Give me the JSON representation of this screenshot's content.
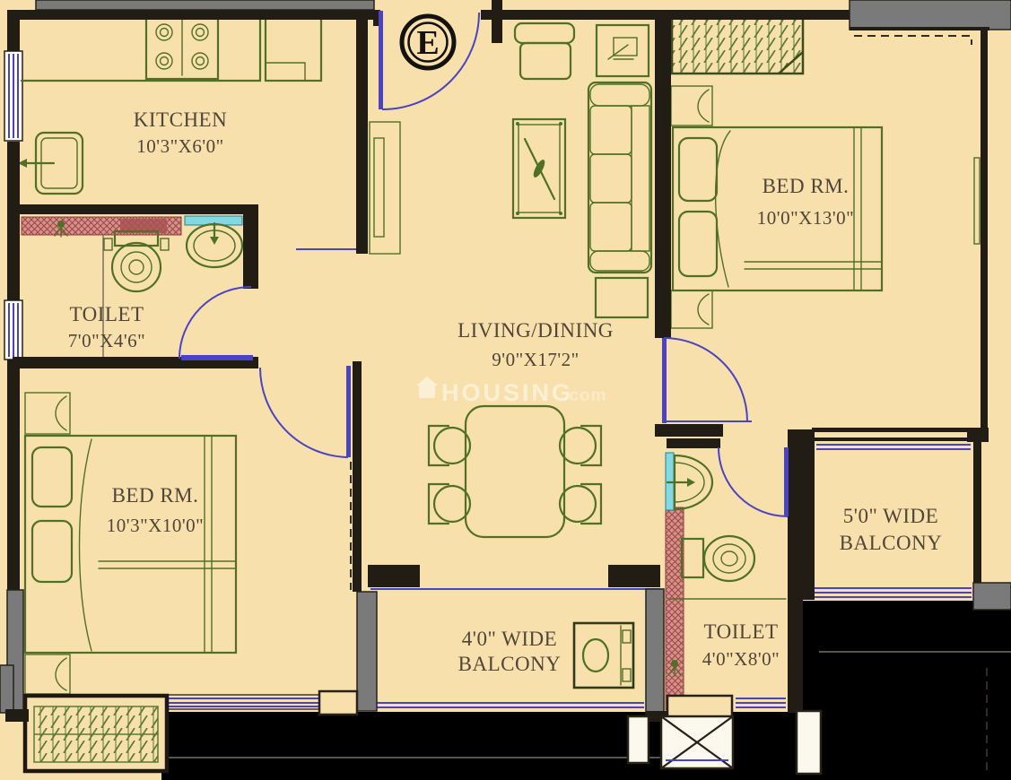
{
  "unit_badge": "E",
  "watermark": {
    "brand": "HOUSING",
    "suffix": ".com"
  },
  "rooms": {
    "kitchen": {
      "name": "KITCHEN",
      "dims": "10'3\"X6'0\""
    },
    "toilet1": {
      "name": "TOILET",
      "dims": "7'0\"X4'6\""
    },
    "bedroom1": {
      "name": "BED RM.",
      "dims": "10'3\"X10'0\""
    },
    "living": {
      "name": "LIVING/DINING",
      "dims": "9'0\"X17'2\""
    },
    "bedroom2": {
      "name": "BED RM.",
      "dims": "10'0\"X13'0\""
    },
    "balcony_right": {
      "line1": "5'0\" WIDE",
      "line2": "BALCONY"
    },
    "balcony_bottom": {
      "line1": "4'0\" WIDE",
      "line2": "BALCONY"
    },
    "toilet2": {
      "name": "TOILET",
      "dims": "4'0\"X8'0\""
    }
  },
  "colors": {
    "floor": "#f8e0ac",
    "outside": "#e7f3ea",
    "wall": "#211c14",
    "gray": "#7a7a7a",
    "grn": "#4f7026",
    "blu": "#4a43c4",
    "red": "#b85c5c",
    "cyn": "#82d9e2",
    "txt": "#4f4539"
  }
}
